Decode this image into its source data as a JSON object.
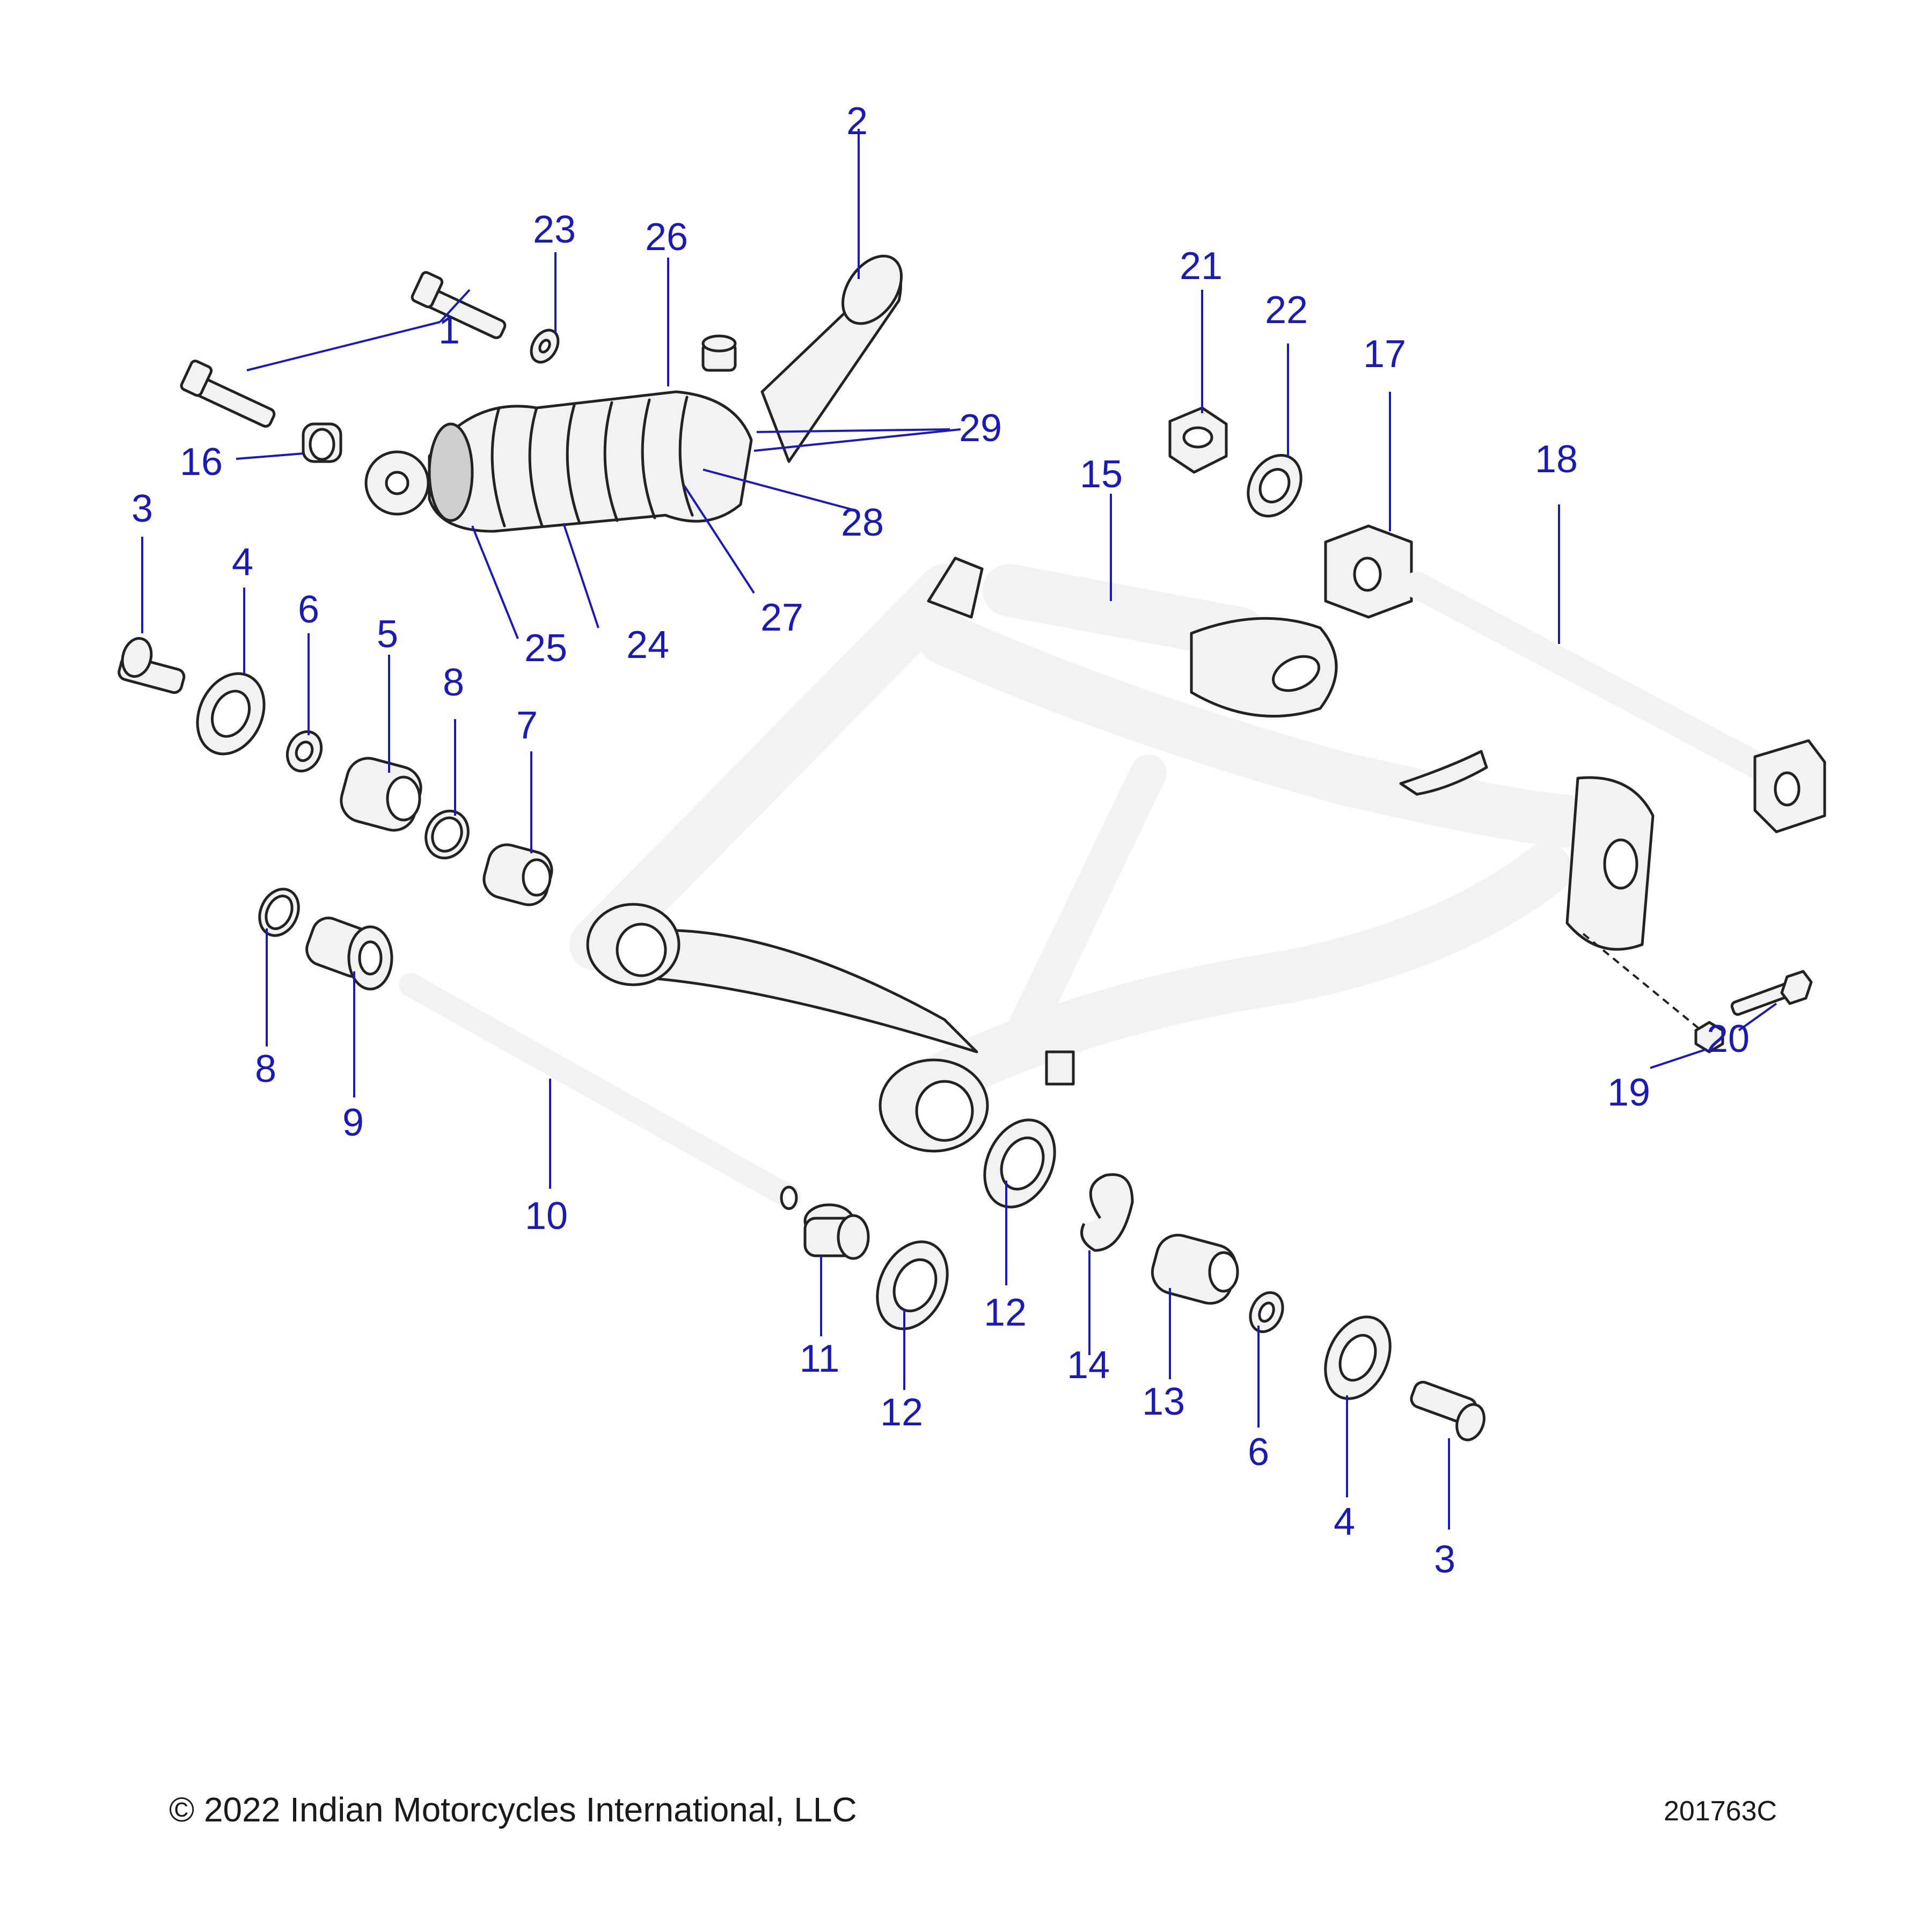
{
  "callouts": [
    {
      "id": "c1",
      "label": "1"
    },
    {
      "id": "c2",
      "label": "2"
    },
    {
      "id": "c3a",
      "label": "3"
    },
    {
      "id": "c3b",
      "label": "3"
    },
    {
      "id": "c4a",
      "label": "4"
    },
    {
      "id": "c4b",
      "label": "4"
    },
    {
      "id": "c5",
      "label": "5"
    },
    {
      "id": "c6a",
      "label": "6"
    },
    {
      "id": "c6b",
      "label": "6"
    },
    {
      "id": "c7",
      "label": "7"
    },
    {
      "id": "c8a",
      "label": "8"
    },
    {
      "id": "c8b",
      "label": "8"
    },
    {
      "id": "c9",
      "label": "9"
    },
    {
      "id": "c10",
      "label": "10"
    },
    {
      "id": "c11",
      "label": "11"
    },
    {
      "id": "c12a",
      "label": "12"
    },
    {
      "id": "c12b",
      "label": "12"
    },
    {
      "id": "c13",
      "label": "13"
    },
    {
      "id": "c14",
      "label": "14"
    },
    {
      "id": "c15",
      "label": "15"
    },
    {
      "id": "c16",
      "label": "16"
    },
    {
      "id": "c17",
      "label": "17"
    },
    {
      "id": "c18",
      "label": "18"
    },
    {
      "id": "c19",
      "label": "19"
    },
    {
      "id": "c20",
      "label": "20"
    },
    {
      "id": "c21",
      "label": "21"
    },
    {
      "id": "c22",
      "label": "22"
    },
    {
      "id": "c23",
      "label": "23"
    },
    {
      "id": "c24",
      "label": "24"
    },
    {
      "id": "c25",
      "label": "25"
    },
    {
      "id": "c26",
      "label": "26"
    },
    {
      "id": "c27",
      "label": "27"
    },
    {
      "id": "c28",
      "label": "28"
    },
    {
      "id": "c29",
      "label": "29"
    }
  ],
  "footer": {
    "copyright": "© 2022 Indian Motorcycles International, LLC",
    "drawing_number": "201763C"
  },
  "colors": {
    "callout": "#1b1bb0",
    "line_art": "#222222",
    "part_fill": "#f2f2f2"
  }
}
